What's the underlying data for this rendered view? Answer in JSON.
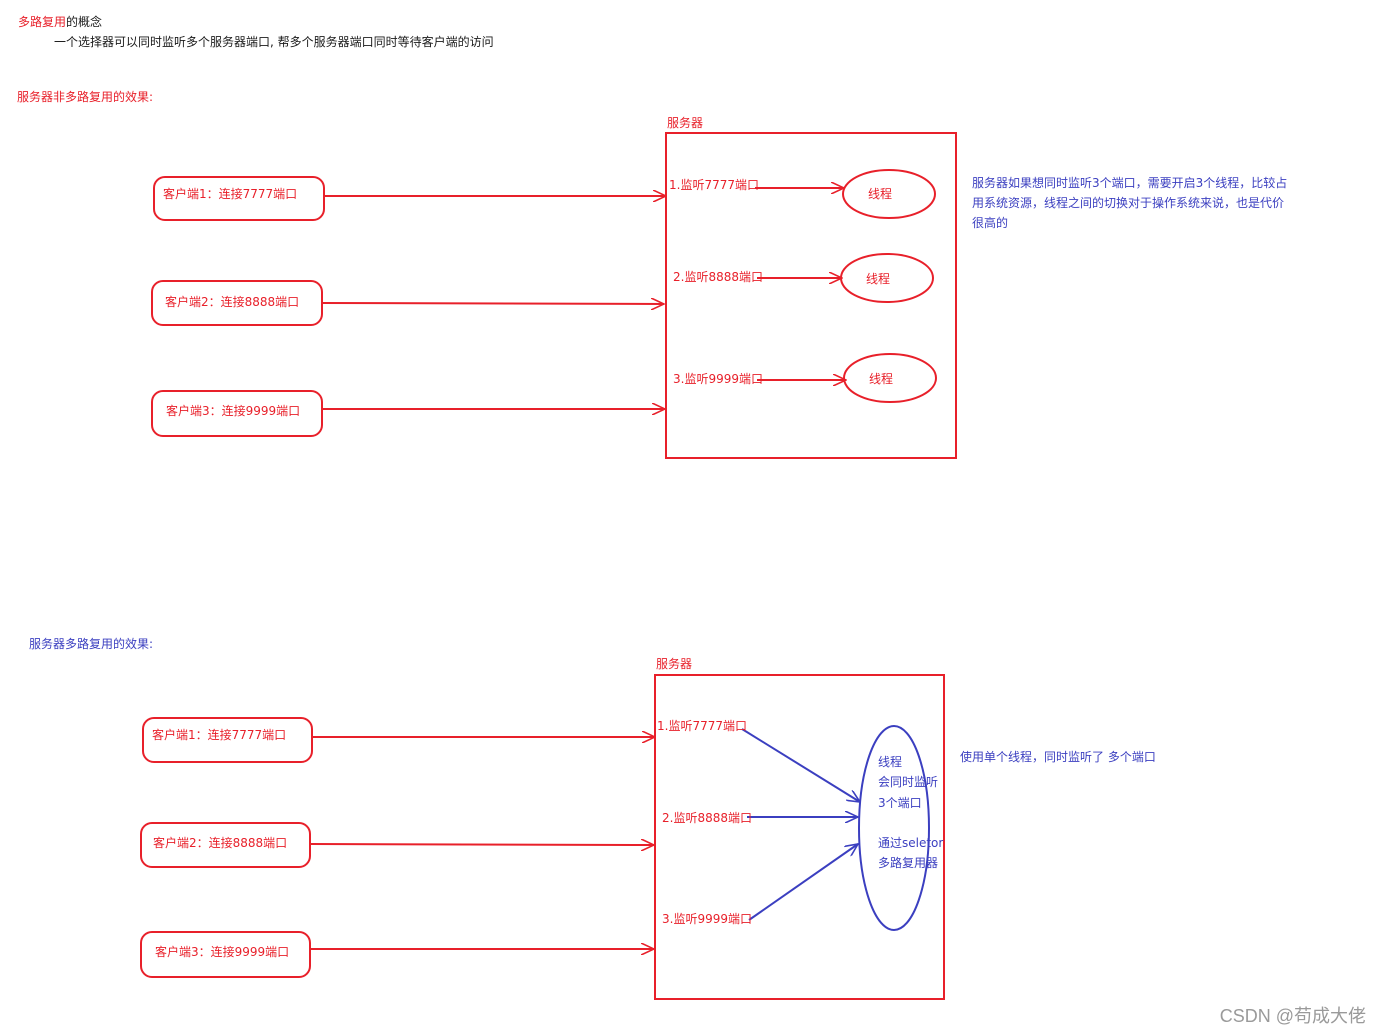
{
  "colors": {
    "red": "#e8202a",
    "blue": "#3b3fc0",
    "black": "#1a1a1a",
    "watermark": "#9a9a9a"
  },
  "concept": {
    "title_highlight": "多路复用",
    "title_rest": "的概念",
    "description": "一个选择器可以同时监听多个服务器端口, 帮多个服务器端口同时等待客户端的访问"
  },
  "section1": {
    "heading": "服务器非多路复用的效果:",
    "server_label": "服务器",
    "clients": [
      "客户端1：连接7777端口",
      "客户端2：连接8888端口",
      "客户端3：连接9999端口"
    ],
    "ports": [
      "1.监听7777端口",
      "2.监听8888端口",
      "3.监听9999端口"
    ],
    "threads": [
      "线程",
      "线程",
      "线程"
    ],
    "note": "服务器如果想同时监听3个端口，需要开启3个线程，比较占用系统资源，线程之间的切换对于操作系统来说，也是代价很高的"
  },
  "section2": {
    "heading": "服务器多路复用的效果:",
    "server_label": "服务器",
    "clients": [
      "客户端1：连接7777端口",
      "客户端2：连接8888端口",
      "客户端3：连接9999端口"
    ],
    "ports": [
      "1.监听7777端口",
      "2.监听8888端口",
      "3.监听9999端口"
    ],
    "thread_lines": [
      "线程",
      "会同时监听",
      "3个端口",
      "通过seletor",
      "多路复用器"
    ],
    "note": "使用单个线程，同时监听了 多个端口"
  },
  "watermark": "CSDN @苟成大佬"
}
